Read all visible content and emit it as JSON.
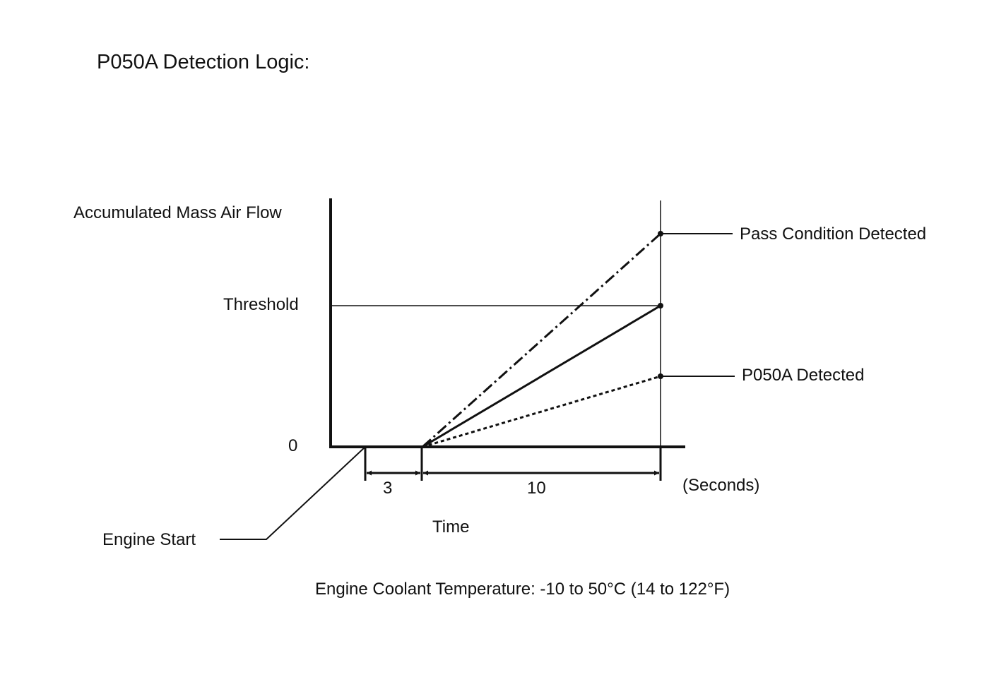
{
  "title": "P050A Detection Logic:",
  "y_axis_label": "Accumulated Mass Air Flow",
  "threshold_label": "Threshold",
  "zero_label": "0",
  "pass_label": "Pass Condition Detected",
  "detected_label": "P050A Detected",
  "delay_label": "3",
  "window_label": "10",
  "unit_label": "(Seconds)",
  "x_axis_label": "Time",
  "engine_start_label": "Engine Start",
  "condition_note": "Engine Coolant Temperature: -10 to 50°C (14 to 122°F)",
  "line_color": "#111111"
}
